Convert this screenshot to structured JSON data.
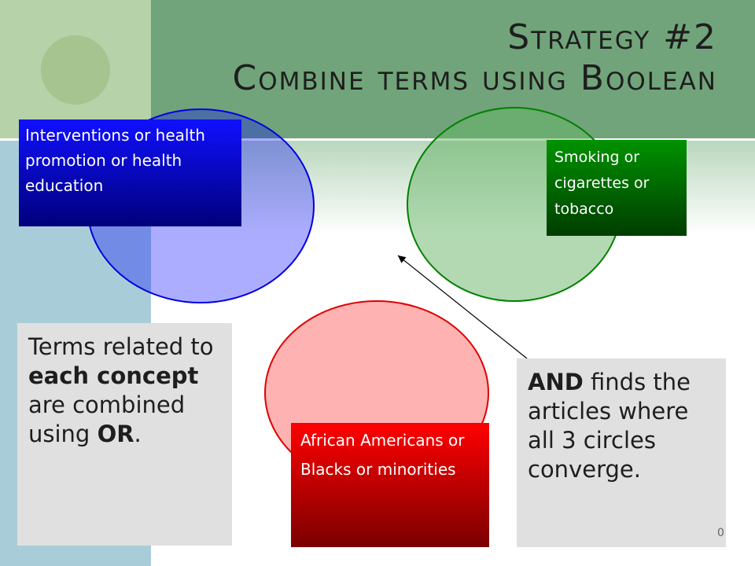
{
  "slide": {
    "title_line1": "Strategy #2",
    "title_line2": "Combine terms using Boolean",
    "page_number": "0"
  },
  "concepts": [
    {
      "label": "Interventions or health promotion or health education",
      "color": "#0000ff"
    },
    {
      "label": "Smoking or cigarettes or tobacco",
      "color": "#008000"
    },
    {
      "label": "African Americans or Blacks or minorities",
      "color": "#ff0000"
    }
  ],
  "notes": {
    "terms": {
      "part1": "Terms related to ",
      "bold1": "each concept",
      "part2": " are combined using ",
      "bold2": "OR",
      "part3": "."
    },
    "and": {
      "bold1": "AND",
      "part1": " finds the articles where all 3 circles converge."
    }
  }
}
